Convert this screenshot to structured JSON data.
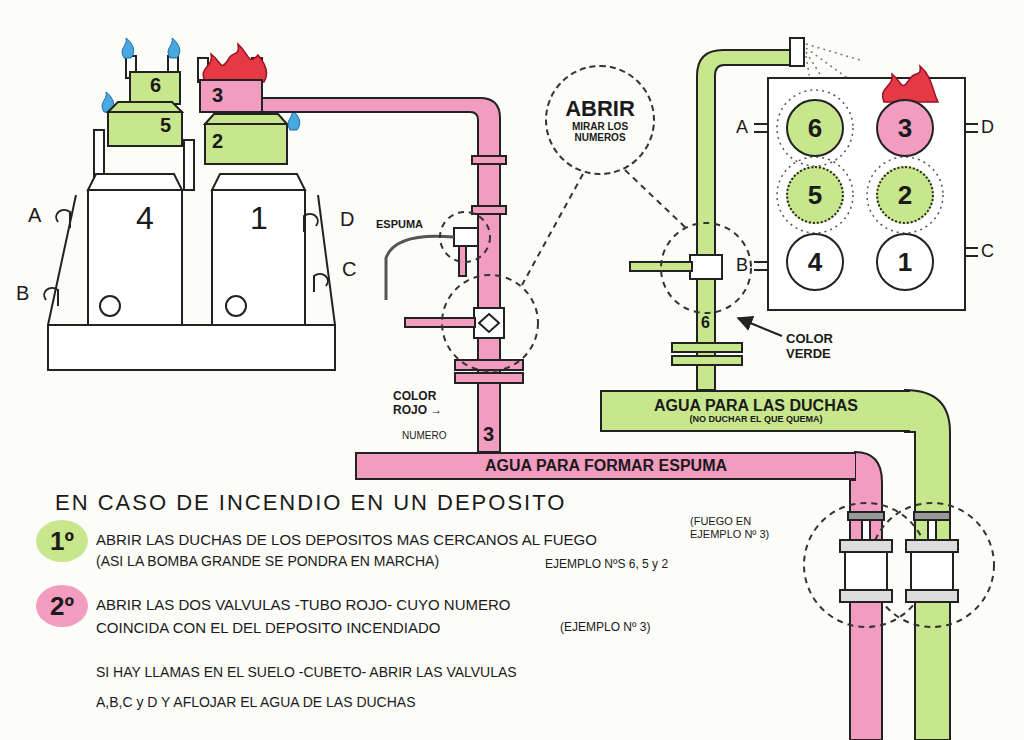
{
  "diagram": {
    "title": "EN CASO DE INCENDIO EN UN DEPOSITO",
    "nodes": [
      {
        "text": [
          "ABRIR",
          "MIRAR LOS NUMEROS"
        ]
      },
      {
        "text": [
          "6"
        ]
      },
      {
        "text": [
          "3"
        ]
      },
      {
        "text": [
          "5"
        ]
      },
      {
        "text": [
          "2"
        ]
      },
      {
        "text": [
          "4"
        ]
      },
      {
        "text": [
          "1"
        ]
      },
      {
        "text": [
          "AGUA PARA LAS DUCHAS",
          "(NO DUCHAR EL QUE QUEMA)"
        ]
      },
      {
        "text": [
          "AGUA PARA FORMAR ESPUMA"
        ]
      },
      {
        "text": [
          "1º"
        ]
      },
      {
        "text": [
          "2º"
        ]
      }
    ],
    "labels": [
      "6",
      "5",
      "4",
      "3",
      "2",
      "1",
      "A",
      "B",
      "D",
      "C",
      "ESPUMA",
      "COLOR ROJO →",
      "NUMERO",
      "3",
      "6",
      "COLOR VERDE",
      "A",
      "D",
      "B",
      "C",
      "ABRIR LAS DUCHAS DE LOS DEPOSITOS MAS CERCANOS AL FUEGO",
      "(ASI LA BOMBA GRANDE SE PONDRA EN MARCHA)",
      "EJEMPLO NºS 6, 5 y 2",
      "(FUEGO EN EJEMPLO Nº 3)",
      "ABRIR LAS DOS VALVULAS -TUBO ROJO- CUYO NUMERO",
      "COINCIDA CON EL DEL DEPOSITO INCENDIADO",
      "(EJEMPLO Nº 3)",
      "SI HAY LLAMAS EN EL SUELO -CUBETO- ABRIR LAS VALVULAS",
      "A,B,C y D Y AFLOJAR EL AGUA DE LAS DUCHAS"
    ]
  }
}
